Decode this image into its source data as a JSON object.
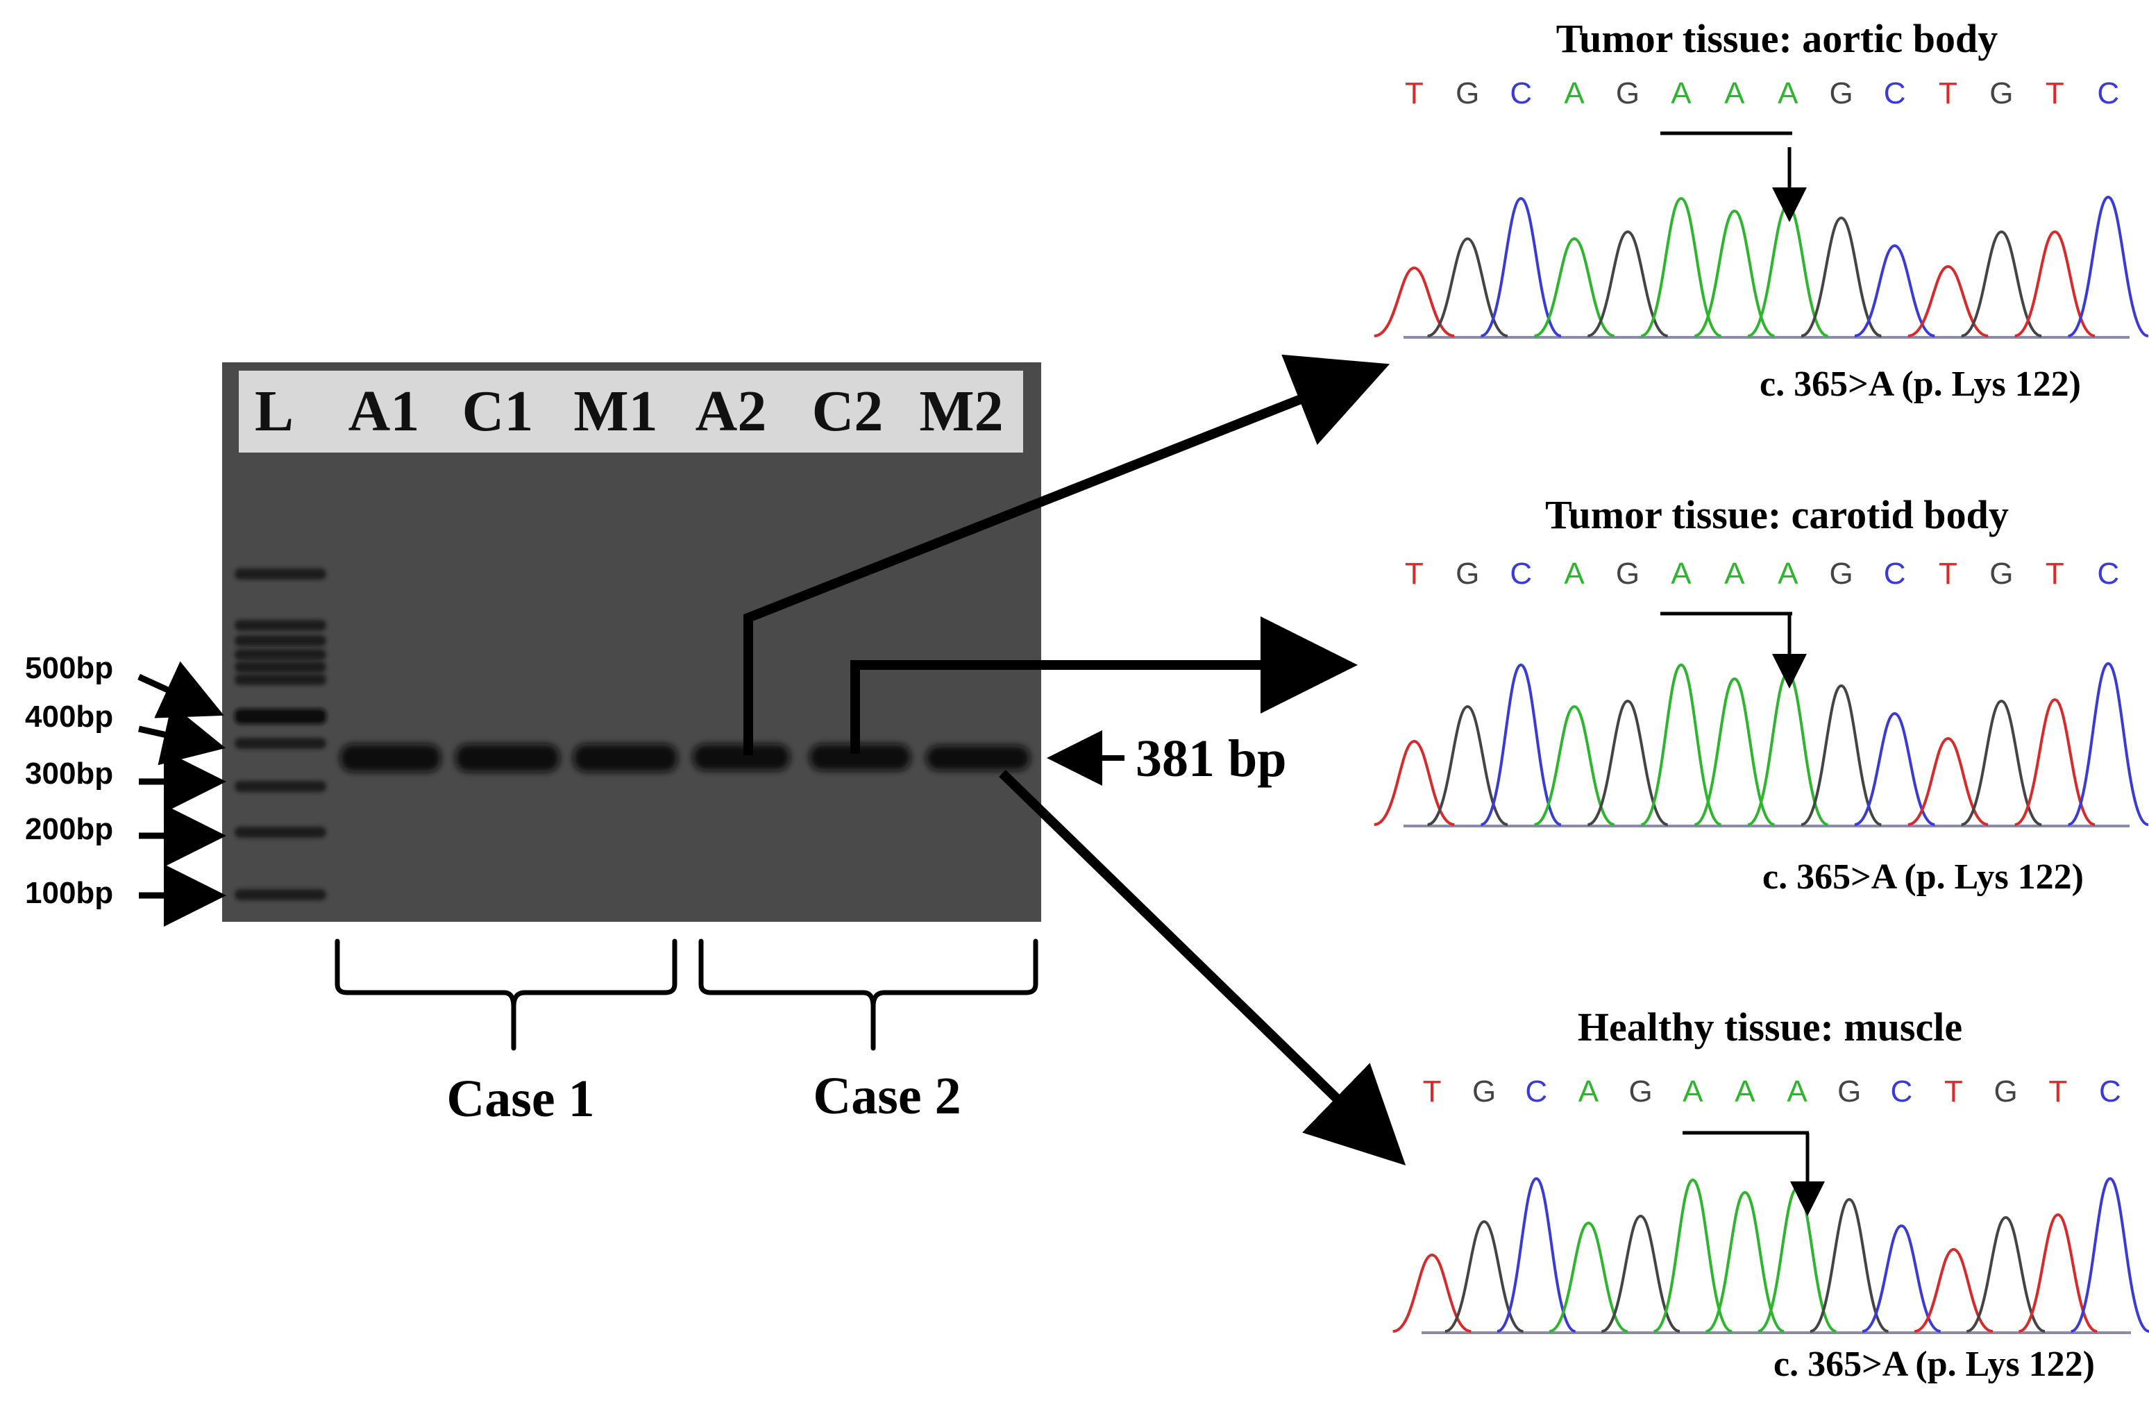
{
  "gel": {
    "lanes": [
      "L",
      "A1",
      "C1",
      "M1",
      "A2",
      "C2",
      "M2"
    ],
    "ladder": [
      "500bp",
      "400bp",
      "300bp",
      "200bp",
      "100bp"
    ],
    "band_label": "381 bp",
    "cases": [
      "Case 1",
      "Case 2"
    ]
  },
  "panels": [
    {
      "title": "Tumor tissue: aortic body",
      "sequence": [
        "T",
        "G",
        "C",
        "A",
        "G",
        "A",
        "A",
        "A",
        "G",
        "C",
        "T",
        "G",
        "T",
        "C"
      ],
      "mutation": "c. 365>A (p. Lys 122)"
    },
    {
      "title": "Tumor tissue: carotid body",
      "sequence": [
        "T",
        "G",
        "C",
        "A",
        "G",
        "A",
        "A",
        "A",
        "G",
        "C",
        "T",
        "G",
        "T",
        "C"
      ],
      "mutation": "c. 365>A (p. Lys 122)"
    },
    {
      "title": "Healthy tissue: muscle",
      "sequence": [
        "T",
        "G",
        "C",
        "A",
        "G",
        "A",
        "A",
        "A",
        "G",
        "C",
        "T",
        "G",
        "T",
        "C"
      ],
      "mutation": "c. 365>A (p. Lys 122)"
    }
  ],
  "colors": {
    "A": "#2db52d",
    "C": "#3a3ad8",
    "G": "#444444",
    "T": "#d82a2a",
    "gel": "#4a4a4a"
  }
}
